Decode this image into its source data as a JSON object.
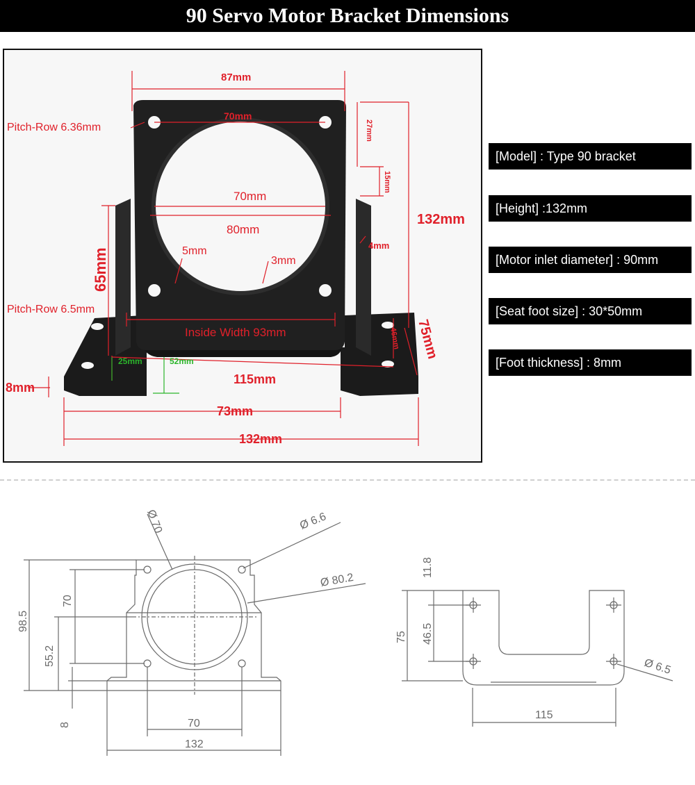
{
  "title": "90 Servo Motor Bracket Dimensions",
  "photo_labels": {
    "top_width": "87mm",
    "hole_pitch_top": "70mm",
    "pitch_row_top": "Pitch-Row 6.36mm",
    "dim_27": "27mm",
    "dim_15": "15mm",
    "height": "132mm",
    "inner_70": "70mm",
    "inner_80": "80mm",
    "thick_4": "4mm",
    "dim_5": "5mm",
    "dim_3": "3mm",
    "dim_65": "65mm",
    "pitch_row_foot": "Pitch-Row 6.5mm",
    "inside_width": "Inside Width 93mm",
    "dim_75": "75mm",
    "dim_46": "46mm",
    "dim_25": "25mm",
    "dim_52": "52mm",
    "dim_115": "115mm",
    "foot_8": "8mm",
    "base_73": "73mm",
    "base_132": "132mm"
  },
  "specs": [
    "[Model] : Type 90 bracket",
    "[Height] :132mm",
    "[Motor inlet diameter] : 90mm",
    "[Seat foot size] : 30*50mm",
    "[Foot thickness] : 8mm"
  ],
  "front_drawing": {
    "phi70": "Ø 70",
    "phi66": "Ø 6.6",
    "phi802": "Ø 80.2",
    "h985": "98.5",
    "h70": "70",
    "h552": "55.2",
    "h8": "8",
    "w70": "70",
    "w132": "132"
  },
  "side_drawing": {
    "h118": "11.8",
    "h75": "75",
    "h465": "46.5",
    "phi65": "Ø 6.5",
    "w115": "115"
  },
  "colors": {
    "dim_red": "#e0202a",
    "metal": "#1e1e1e",
    "drawing_line": "#6a6a6a"
  }
}
